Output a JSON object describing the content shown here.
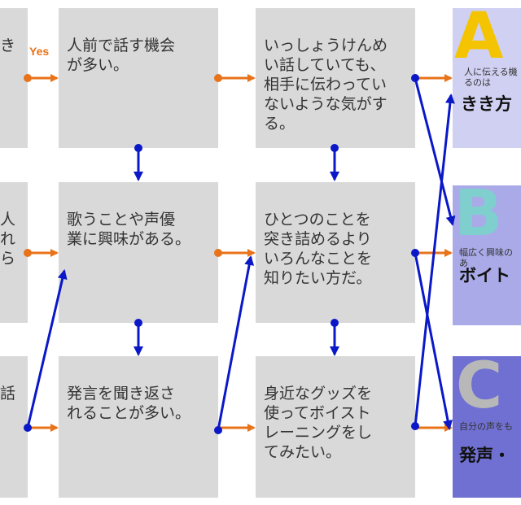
{
  "left_fragments": {
    "row1": "き",
    "row2": "人\nれ\nら",
    "row3": "話"
  },
  "yes_label": "Yes",
  "questions": {
    "q1": "人前で話す機会\nが多い。",
    "q2": "いっしょうけんめ\nい話していても、\n相手に伝わってい\nないような気がす\nる。",
    "q3": "歌うことや声優\n業に興味がある。",
    "q4": "ひとつのことを\n突き詰めるより\nいろんなことを\n知りたい方だ。",
    "q5": "発言を聞き返さ\nれることが多い。",
    "q6": "身近なグッズを\n使ってボイスト\nレーニングをし\nてみたい。"
  },
  "results": {
    "a": {
      "letter": "A",
      "small": "人に伝える機\nるのは",
      "label": "きき方"
    },
    "b": {
      "letter": "B",
      "small": "幅広く興味のあ",
      "label": "ボイト"
    },
    "c": {
      "letter": "C",
      "small": "自分の声をも",
      "label": "発声・"
    }
  },
  "colors": {
    "box": "#d9d9d9",
    "text": "#333333",
    "arrow_orange": "#e8731a",
    "arrow_blue": "#0a18c8",
    "result_a_bg": "#d0d0f2",
    "result_b_bg": "#aaaae8",
    "result_c_bg": "#7070d2",
    "letter_a": "#f5c400",
    "letter_b": "#7fcfcf",
    "letter_c": "#b8b8b8"
  }
}
